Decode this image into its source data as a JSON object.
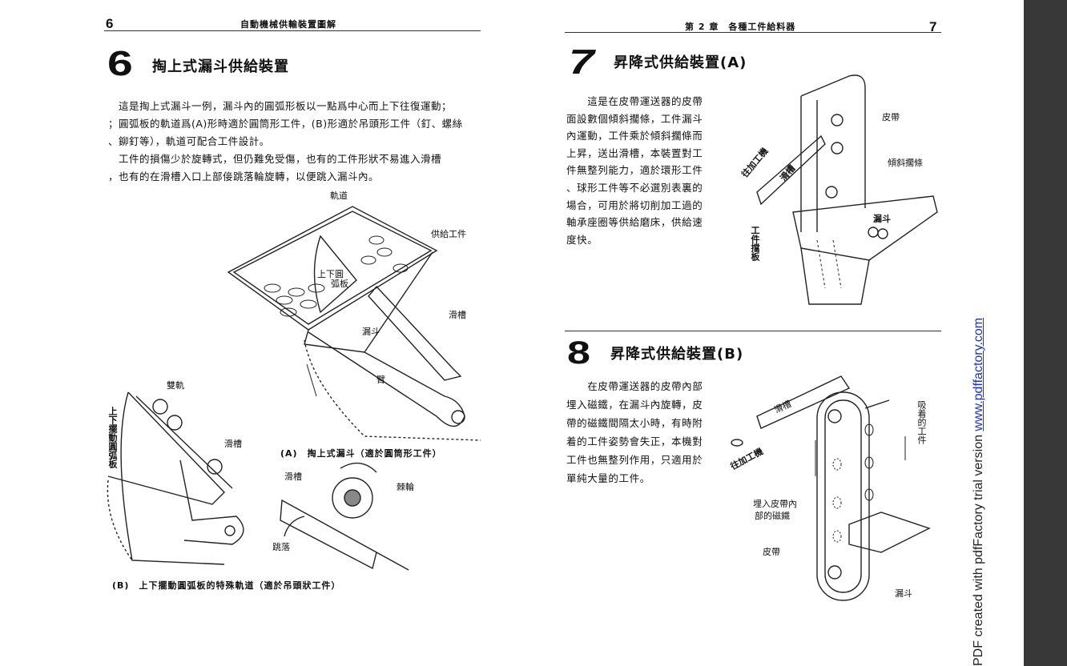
{
  "left_page": {
    "page_number": "6",
    "running_head": "自動機械供輸裝置圖解",
    "section_number": "6",
    "section_title": "掏上式漏斗供給裝置",
    "paragraph_lines": [
      "　這是掏上式漏斗一例，漏斗內的圓弧形板以一點爲中心而上下往復運動；",
      "；圓弧板的軌道爲(A)形時適於圓筒形工件，(B)形適於吊頭形工件（釘、螺絲",
      "、鉚釘等），軌道可配合工件設計。",
      "　工件的損傷少於旋轉式，但仍難免受傷，也有的工件形狀不易進入滑槽",
      "，也有的在滑槽入口上部倿跳落輪旋轉，以便跳入漏斗內。"
    ],
    "figure_a_labels": {
      "track": "軌道",
      "supply_workpiece": "供給工件",
      "arc_plate_1": "上下圓",
      "arc_plate_2": "弧板",
      "chute": "滑槽",
      "hopper": "漏斗",
      "arm": "臂"
    },
    "figure_a_caption": "(A)　掏上式漏斗（適於圓筒形工件）",
    "figure_b_labels": {
      "double_rail": "雙軌",
      "swing_arc_plate": "上下擺動圓弧板",
      "chute": "滑槽",
      "chute_2": "滑槽",
      "ratchet": "棘輪",
      "drop": "跳落"
    },
    "figure_b_caption": "(B)　上下擺動圓弧板的特殊軌道（適於吊頭狀工件）"
  },
  "right_page": {
    "page_number": "7",
    "running_head": "第 2 章　各種工件給料器",
    "section7": {
      "number": "7",
      "title": "昇降式供給裝置(A)",
      "paragraph_lines": [
        "　　這是在皮帶運送器的皮帶",
        "面設數個傾斜擱條，工件漏斗",
        "內運動，工件乘於傾斜擱條而",
        "上昇，送出滑槽，本裝置對工",
        "件無整列能力，適於環形工件",
        "、球形工件等不必選別表裏的",
        "場合，可用於將切削加工過的",
        "軸承座圈等供給磨床，供給速",
        "度快。"
      ],
      "labels": {
        "belt": "皮帶",
        "inclined_bar": "傾斜擱條",
        "to_machine": "往加工機",
        "chute": "滑槽",
        "hopper": "漏斗",
        "work_stop_plate": "工件擋板"
      }
    },
    "section8": {
      "number": "8",
      "title": "昇降式供給裝置(B)",
      "paragraph_lines": [
        "　　在皮帶運送器的皮帶內部",
        "埋入磁鐵，在漏斗內旋轉，皮",
        "帶的磁鐵間隔太小時，有時附",
        "着的工件姿勢會失正，本機對",
        "工件也無整列作用，只適用於",
        "單純大量的工件。"
      ],
      "labels": {
        "attracted_workpiece": "吸着的工件",
        "chute": "滑槽",
        "to_machine": "往加工機",
        "magnet_1": "埋入皮帶內",
        "magnet_2": "部的磁鐵",
        "belt": "皮帶",
        "hopper": "漏斗"
      }
    }
  },
  "watermark": {
    "text": "PDF created with pdfFactory trial version ",
    "link": "www.pdffactory.com"
  }
}
